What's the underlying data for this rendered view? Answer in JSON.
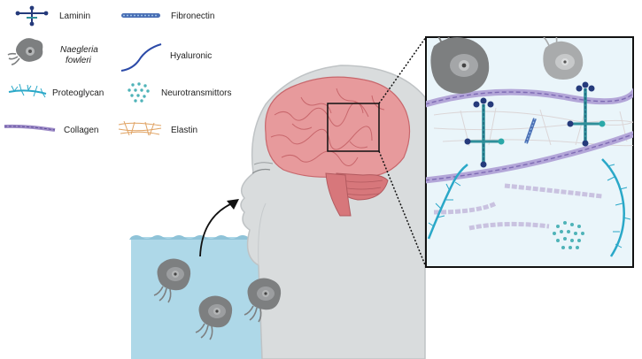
{
  "legend": {
    "laminin": "Laminin",
    "fibronectin": "Fibronectin",
    "naegleria_line1": "Naegleria",
    "naegleria_line2": "fowleri",
    "hyaluronic": "Hyaluronic",
    "proteoglycan": "Proteoglycan",
    "neurotransmitters": "Neurotransmittors",
    "collagen": "Collagen",
    "elastin": "Elastin"
  },
  "colors": {
    "water": "#aed8e8",
    "water_surface": "#8fc3d8",
    "head": "#d9dcdd",
    "head_outline": "#bfc3c5",
    "brain": "#e79a9c",
    "brain_dark": "#c8676c",
    "brain_stem": "#d7777b",
    "amoeba": "#7d7f80",
    "amoeba_light": "#b4b6b7",
    "collagen": "#9e8cc7",
    "laminin": "#253a7b",
    "laminin_stem": "#2f8f9a",
    "proteoglycan": "#2aa8c8",
    "neurotransmitter": "#4fb3b8",
    "elastin": "#e0a262",
    "inset_bg": "#eaf5fa"
  }
}
